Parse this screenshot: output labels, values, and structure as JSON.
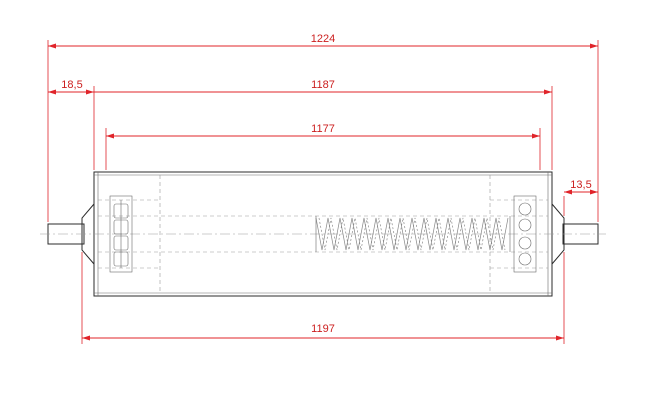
{
  "dimensions": {
    "overall_length": "1224",
    "left_shaft_protrusion": "18,5",
    "tube_length": "1187",
    "inner_length": "1177",
    "right_shaft_protrusion": "13,5",
    "bottom_length": "1197"
  },
  "colors": {
    "dimension": "#e0242a",
    "outline": "#2b2b2b",
    "hidden": "#9a9a9a"
  }
}
